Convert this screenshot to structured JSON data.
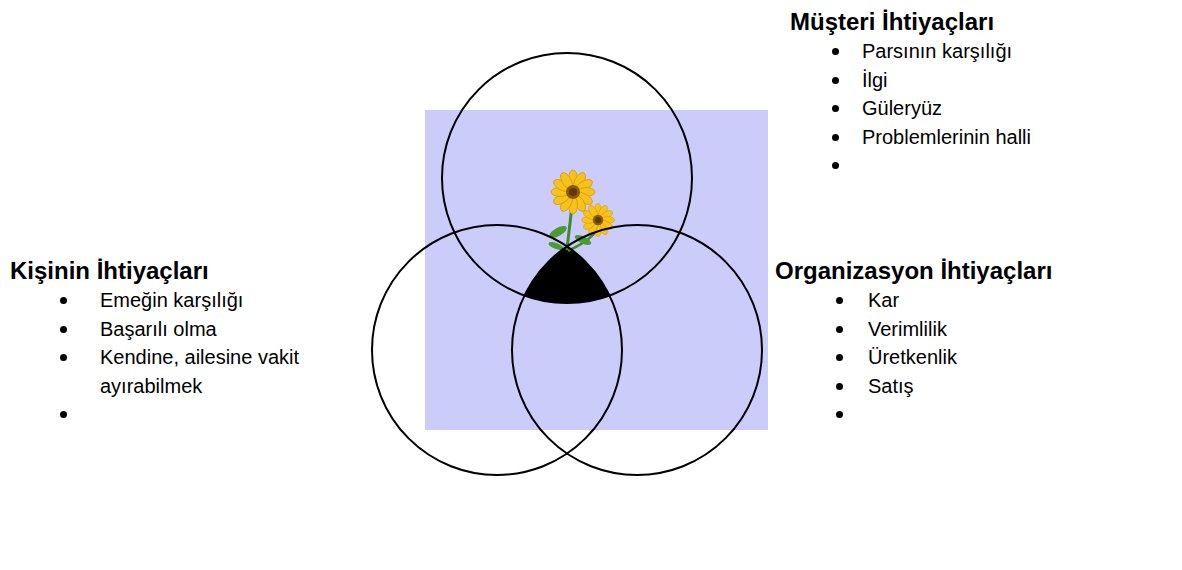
{
  "diagram": {
    "labels": [
      "Müşteri İhtiyaçları",
      "Parsının karşılığı",
      "İlgi",
      "Güleryüz",
      "Problemlerinin halli",
      "Kişinin İhtiyaçları",
      "Emeğin karşılığı",
      "Başarılı olma",
      "Kendine, ailesine vakit ayırabilmek",
      "Organizasyon İhtiyaçları",
      "Kar",
      "Verimlilik",
      "Üretkenlik",
      "Satış"
    ]
  }
}
